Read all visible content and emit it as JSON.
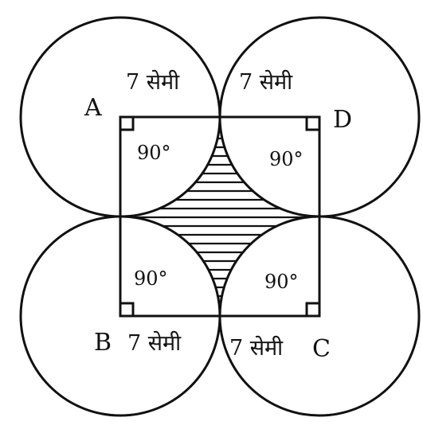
{
  "figure": {
    "vertices": {
      "a": "A",
      "b": "B",
      "c": "C",
      "d": "D"
    },
    "side_labels": {
      "top_left": "7 सेमी",
      "top_right": "7 सेमी",
      "bottom_left": "7 सेमी",
      "bottom_right": "7 सेमी"
    },
    "angles": {
      "a": "90°",
      "b": "90°",
      "c": "90°",
      "d": "90°"
    },
    "colors": {
      "ink": "#111111",
      "paper": "#ffffff"
    }
  }
}
